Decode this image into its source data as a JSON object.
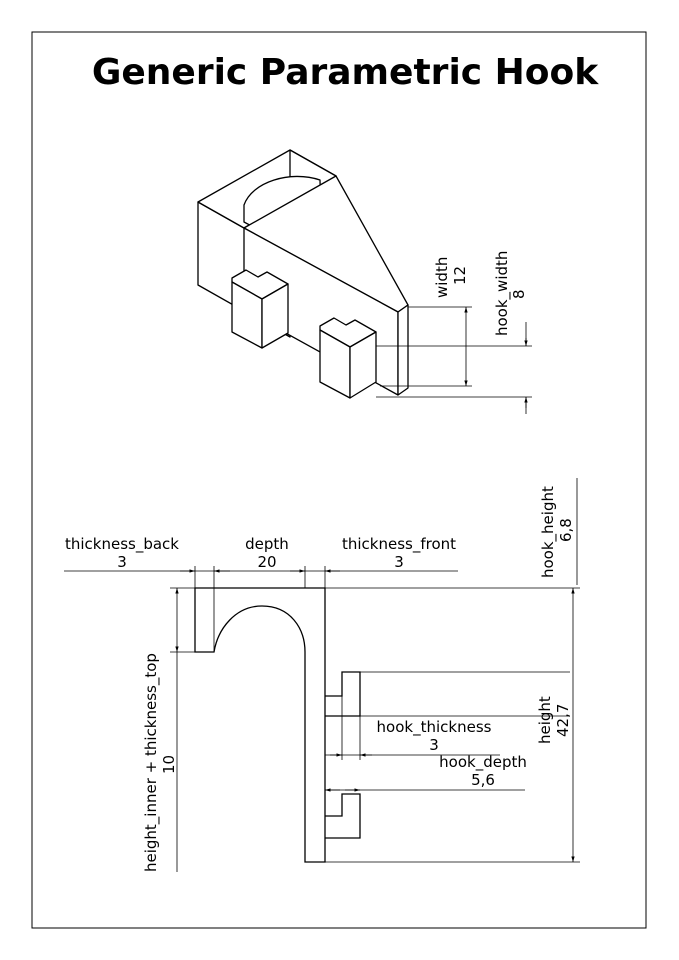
{
  "title": "Generic Parametric Hook",
  "iso_view": {
    "width_label": "width",
    "width_value": "12",
    "hook_width_label": "hook_width",
    "hook_width_value": "8"
  },
  "side_view": {
    "thickness_back_label": "thickness_back",
    "thickness_back_value": "3",
    "depth_label": "depth",
    "depth_value": "20",
    "thickness_front_label": "thickness_front",
    "thickness_front_value": "3",
    "hook_height_label": "hook_height",
    "hook_height_value": "6,8",
    "height_label": "height",
    "height_value": "42,7",
    "hook_thickness_label": "hook_thickness",
    "hook_thickness_value": "3",
    "hook_depth_label": "hook_depth",
    "hook_depth_value": "5,6",
    "height_inner_label": "height_inner + thickness_top",
    "height_inner_value": "10"
  }
}
